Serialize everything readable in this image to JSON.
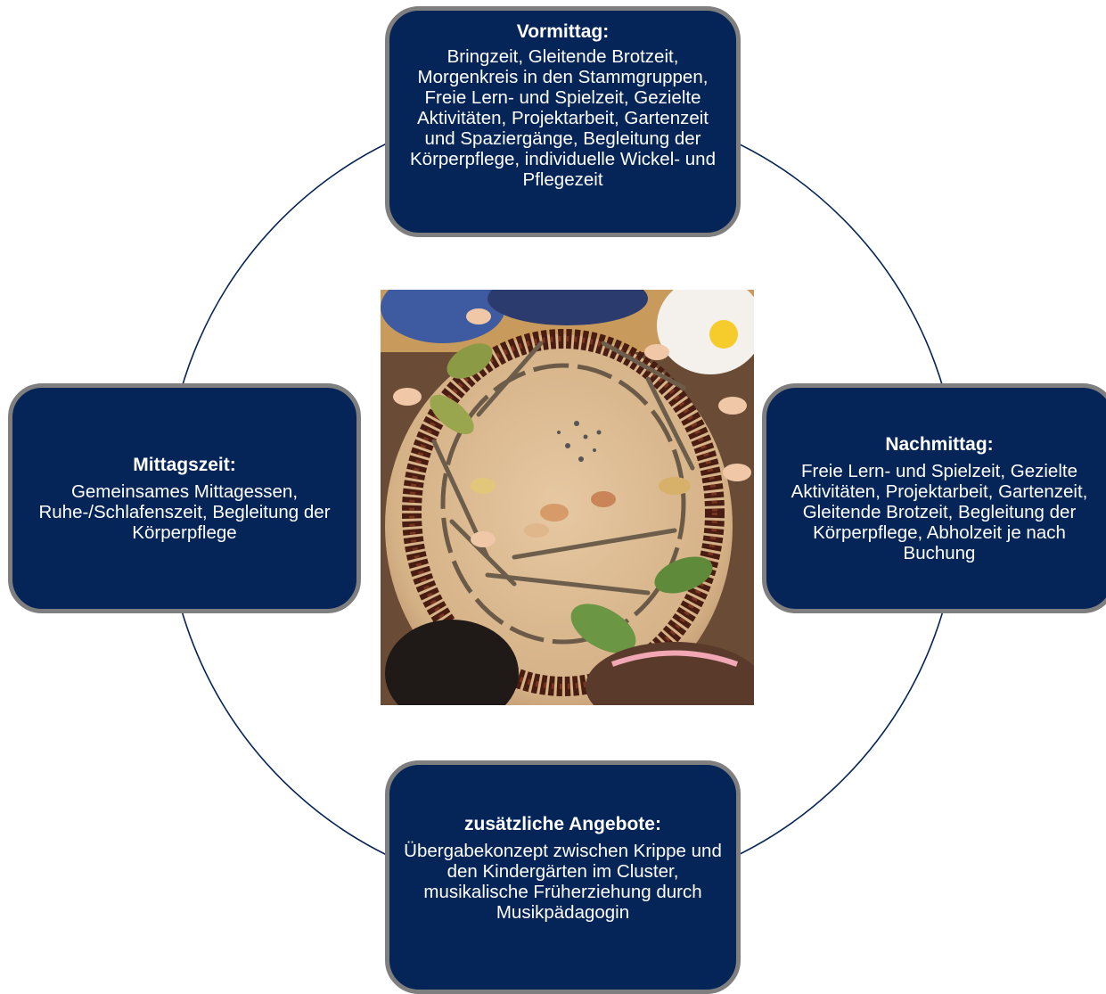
{
  "diagram": {
    "ring_color": "#052457",
    "box_fill": "#052457",
    "box_border": "#7f7f7f",
    "text_color": "#ffffff"
  },
  "boxes": {
    "vormittag": {
      "title": "Vormittag:",
      "body": "Bringzeit, Gleitende Brotzeit, Morgenkreis in den Stammgruppen, Freie Lern- und Spielzeit, Gezielte Aktivitäten, Projektarbeit, Gartenzeit und Spaziergänge, Begleitung der Körperpflege, individuelle Wickel- und Pflegezeit"
    },
    "mittagszeit": {
      "title": "Mittagszeit:",
      "body": "Gemeinsames Mittagessen, Ruhe-/Schlafenszeit, Begleitung der Körperpflege"
    },
    "nachmittag": {
      "title": "Nachmittag:",
      "body": "Freie Lern- und Spielzeit, Gezielte Aktivitäten, Projektarbeit, Gartenzeit, Gleitende Brotzeit, Begleitung der Körperpflege, Abholzeit je nach Buchung"
    },
    "zusatz": {
      "title": "zusätzliche Angebote:",
      "body": "Übergabekonzept zwischen Krippe und den Kindergärten im Cluster, musikalische Früherziehung durch Musikpädagogin"
    }
  }
}
